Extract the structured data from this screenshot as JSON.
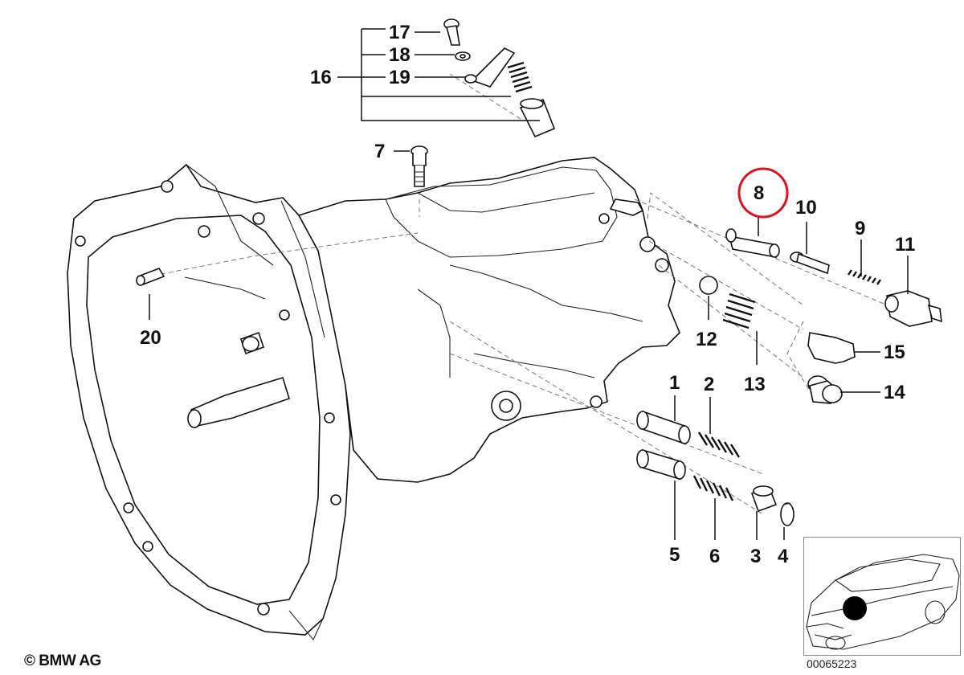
{
  "diagram": {
    "callouts": {
      "n1": "1",
      "n2": "2",
      "n3": "3",
      "n4": "4",
      "n5": "5",
      "n6": "6",
      "n7": "7",
      "n8": "8",
      "n9": "9",
      "n10": "10",
      "n11": "11",
      "n12": "12",
      "n13": "13",
      "n14": "14",
      "n15": "15",
      "n16": "16",
      "n17": "17",
      "n18": "18",
      "n19": "19",
      "n20": "20"
    },
    "highlighted_callout": "8",
    "highlight_color": "#d9141f",
    "copyright": "© BMW AG",
    "image_number": "00065223"
  }
}
